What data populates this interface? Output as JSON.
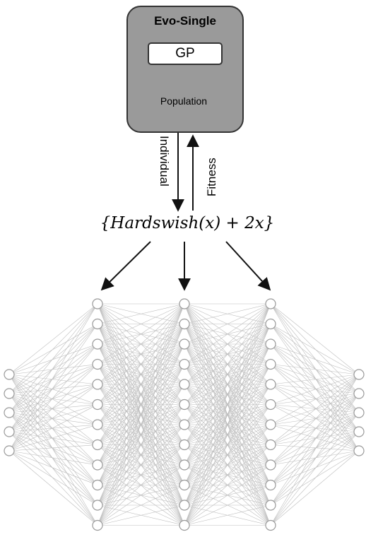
{
  "evo": {
    "title": "Evo-Single",
    "gp_label": "GP",
    "population_label": "Population"
  },
  "arrows": {
    "down_label": "Individual",
    "up_label": "Fitness"
  },
  "formula": "{Hardswish(x) + 2x}",
  "network": {
    "layer_sizes": [
      5,
      12,
      12,
      12,
      5
    ]
  }
}
